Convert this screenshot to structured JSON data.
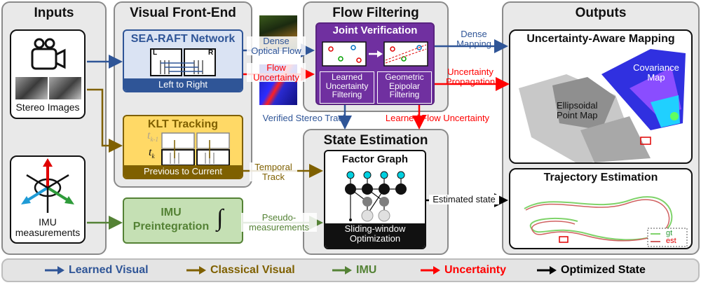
{
  "panels": {
    "inputs": "Inputs",
    "frontend": "Visual Front-End",
    "filtering": "Flow Filtering",
    "state": "State Estimation",
    "outputs": "Outputs"
  },
  "inputs": {
    "stereo": "Stereo Images",
    "imu": "IMU\nmeasurements"
  },
  "frontend": {
    "raft_title": "SEA-RAFT Network",
    "raft_sub": "Left to Right",
    "raft_L": "L",
    "raft_R": "R",
    "klt_title": "KLT Tracking",
    "klt_sub": "Previous to Current",
    "klt_tk1": "t",
    "klt_tk1_sub": "k-1",
    "klt_tk": "t",
    "klt_tk_sub": "k",
    "imu_title": "IMU\nPreintegration",
    "imu_symbol": "∫"
  },
  "filtering": {
    "joint": "Joint Verification",
    "learned": "Learned\nUncertainty\nFiltering",
    "geometric": "Geometric\nEpipolar\nFiltering"
  },
  "state": {
    "factor": "Factor Graph",
    "sliding": "Sliding-window\nOptimization"
  },
  "outputs": {
    "mapping_title": "Uncertainty-Aware Mapping",
    "ellipsoidal": "Ellipsoidal\nPoint Map",
    "covariance": "Covariance\nMap",
    "trajectory_title": "Trajectory Estimation",
    "gt": "gt",
    "est": "est"
  },
  "edges": {
    "dense_flow": "Dense\nOptical Flow",
    "flow_unc": "Flow\nUncertainty",
    "dense_mapping": "Dense\nMapping",
    "unc_prop": "Uncertainty\nPropagation",
    "verified": "Verified Stereo Track",
    "learned_unc": "Learned Flow Uncertainty",
    "temporal": "Temporal\nTrack",
    "pseudo": "Pseudo-\nmeasurements",
    "estimated": "Estimated state"
  },
  "legend": [
    {
      "label": "Learned Visual",
      "color": "#2f5597"
    },
    {
      "label": "Classical Visual",
      "color": "#7f6000"
    },
    {
      "label": "IMU",
      "color": "#548235"
    },
    {
      "label": "Uncertainty",
      "color": "#ff0000"
    },
    {
      "label": "Optimized State",
      "color": "#000000"
    }
  ],
  "colors": {
    "learned": "#2f5597",
    "classical": "#7f6000",
    "imu": "#548235",
    "uncertainty": "#ff0000",
    "optimized": "#000000"
  }
}
